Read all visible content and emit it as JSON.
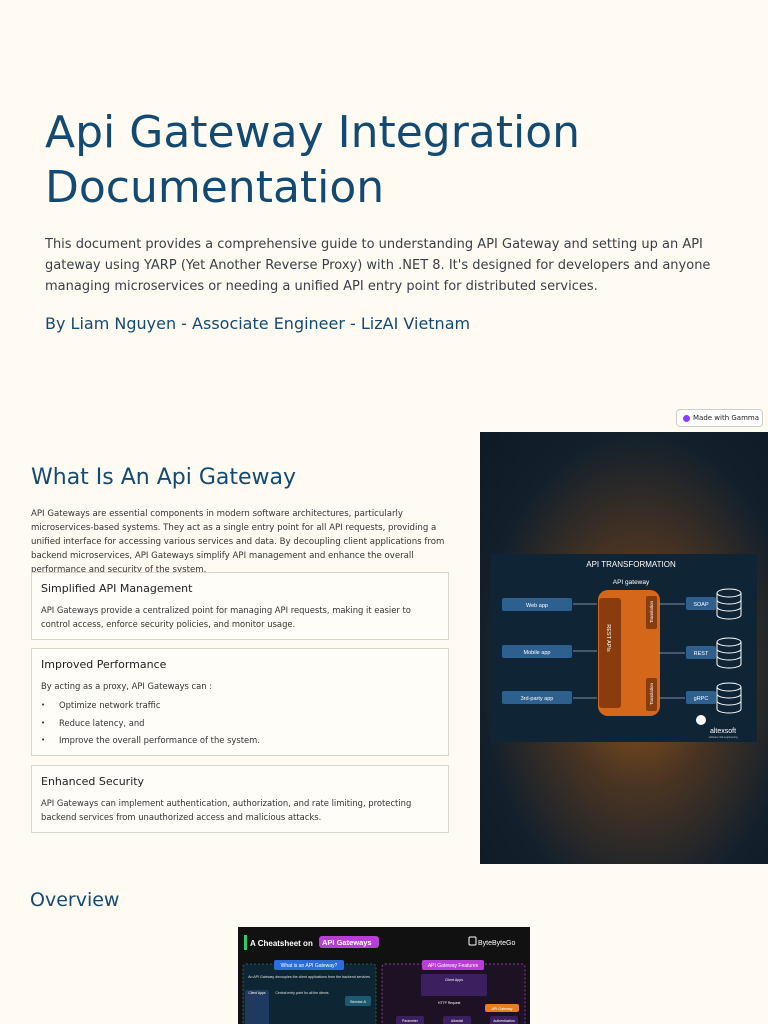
{
  "hero": {
    "title": "Api Gateway Integration Documentation",
    "intro": "This document provides a comprehensive guide to understanding API Gateway and setting up an API gateway using YARP (Yet Another Reverse Proxy) with .NET 8. It's designed for developers and anyone managing microservices or needing a unified API entry point for distributed services.",
    "byline": "By Liam Nguyen - Associate Engineer - LizAI Vietnam"
  },
  "badge": {
    "label": "Made with Gamma",
    "icon": "gamma-icon"
  },
  "section1": {
    "heading": "What Is An Api Gateway",
    "paragraph": "API Gateways are essential components in modern software architectures, particularly microservices-based systems. They act as a single entry point for all API requests, providing a unified interface for accessing various services and data. By decoupling client applications from backend microservices, API Gateways simplify API management and enhance the overall performance and security of the system.",
    "cards": [
      {
        "title": "Simplified API Management",
        "text": "API Gateways provide a centralized point for managing API requests, making it easier to control access, enforce security policies, and monitor usage."
      },
      {
        "title": "Improved Performance",
        "text": "By acting as a proxy, API Gateways can :",
        "bullets": [
          "Optimize network traffic",
          "Reduce latency, and",
          "Improve the overall performance of the system."
        ]
      },
      {
        "title": "Enhanced Security",
        "text": "API Gateways can implement authentication, authorization, and rate limiting, protecting backend services from unauthorized access and malicious attacks."
      }
    ]
  },
  "diagram": {
    "title": "API TRANSFORMATION",
    "gateway_label": "API gateway",
    "clients": [
      "Web app",
      "Mobile app",
      "3rd-party app"
    ],
    "rest_label": "REST APIs",
    "translation_label": "Translation",
    "backends": [
      "SOAP",
      "REST",
      "gRPC"
    ],
    "brand": "altexsoft",
    "brand_sub": "software r&d engineering"
  },
  "section2": {
    "heading": "Overview"
  },
  "cheatsheet": {
    "title_prefix": "A Cheatsheet on",
    "title_highlight": "API Gateways",
    "brand": "ByteByteGo",
    "left_heading": "What is an API Gateway?",
    "left_text": "An API Gateway decouples the client applications from the backend services",
    "client_apps": "Client Apps",
    "central_entry": "Central entry point for all the clients",
    "service_a": "Service A",
    "right_heading": "API Gateway Features",
    "right_client_apps": "Client Apps",
    "http_request": "HTTP Request",
    "parameter": "Parameter",
    "allowlist": "Allowlist",
    "api_gateway": "API Gateway",
    "auth": "Authentication"
  }
}
